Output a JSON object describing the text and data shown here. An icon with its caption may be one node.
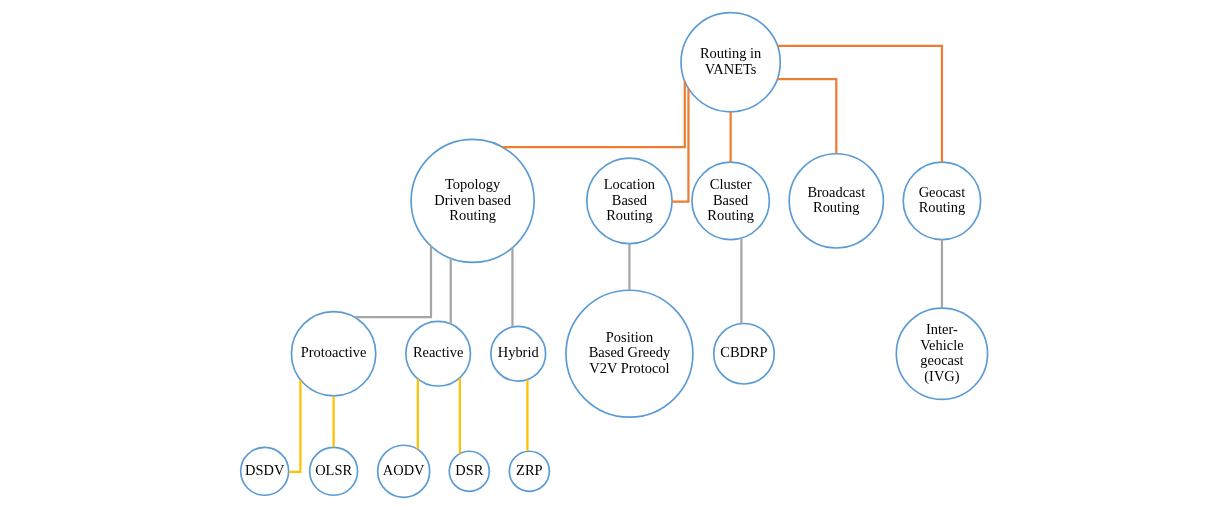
{
  "diagram": {
    "nodes": [
      {
        "text": [
          "Routing in VANETs"
        ]
      },
      {
        "text": [
          "Topology Driven based Routing"
        ]
      },
      {
        "text": [
          "Location Based Routing"
        ]
      },
      {
        "text": [
          "Cluster Based Routing"
        ]
      },
      {
        "text": [
          "Broadcast Routing"
        ]
      },
      {
        "text": [
          "Geocast Routing"
        ]
      },
      {
        "text": [
          "Protoactive"
        ]
      },
      {
        "text": [
          "Reactive"
        ]
      },
      {
        "text": [
          "Hybrid"
        ]
      },
      {
        "text": [
          "Position Based Greedy V2V Protocol"
        ]
      },
      {
        "text": [
          "CBDRP"
        ]
      },
      {
        "text": [
          "Inter- Vehicle geocast (IVG)"
        ]
      },
      {
        "text": [
          "DSDV"
        ]
      },
      {
        "text": [
          "OLSR"
        ]
      },
      {
        "text": [
          "AODV"
        ]
      },
      {
        "text": [
          "DSR"
        ]
      },
      {
        "text": [
          "ZRP"
        ]
      }
    ],
    "edges": [
      {
        "from": 0,
        "to": 1,
        "arrow": "none",
        "color": "#ed7d31"
      },
      {
        "from": 0,
        "to": 2,
        "arrow": "none",
        "color": "#ed7d31"
      },
      {
        "from": 0,
        "to": 3,
        "arrow": "none",
        "color": "#ed7d31"
      },
      {
        "from": 0,
        "to": 4,
        "arrow": "none",
        "color": "#ed7d31"
      },
      {
        "from": 0,
        "to": 5,
        "arrow": "none",
        "color": "#ed7d31"
      },
      {
        "from": 1,
        "to": 6,
        "arrow": "none"
      },
      {
        "from": 1,
        "to": 7,
        "arrow": "none"
      },
      {
        "from": 1,
        "to": 8,
        "arrow": "none"
      },
      {
        "from": 2,
        "to": 9,
        "arrow": "none"
      },
      {
        "from": 3,
        "to": 10,
        "arrow": "none"
      },
      {
        "from": 5,
        "to": 11,
        "arrow": "none"
      },
      {
        "from": 6,
        "to": 12,
        "arrow": "none",
        "color": "#ffc000"
      },
      {
        "from": 6,
        "to": 13,
        "arrow": "none",
        "color": "#ffc000"
      },
      {
        "from": 7,
        "to": 14,
        "arrow": "none",
        "color": "#ffc000"
      },
      {
        "from": 7,
        "to": 15,
        "arrow": "none",
        "color": "#ffc000"
      },
      {
        "from": 8,
        "to": 16,
        "arrow": "none",
        "color": "#ffc000"
      }
    ]
  }
}
